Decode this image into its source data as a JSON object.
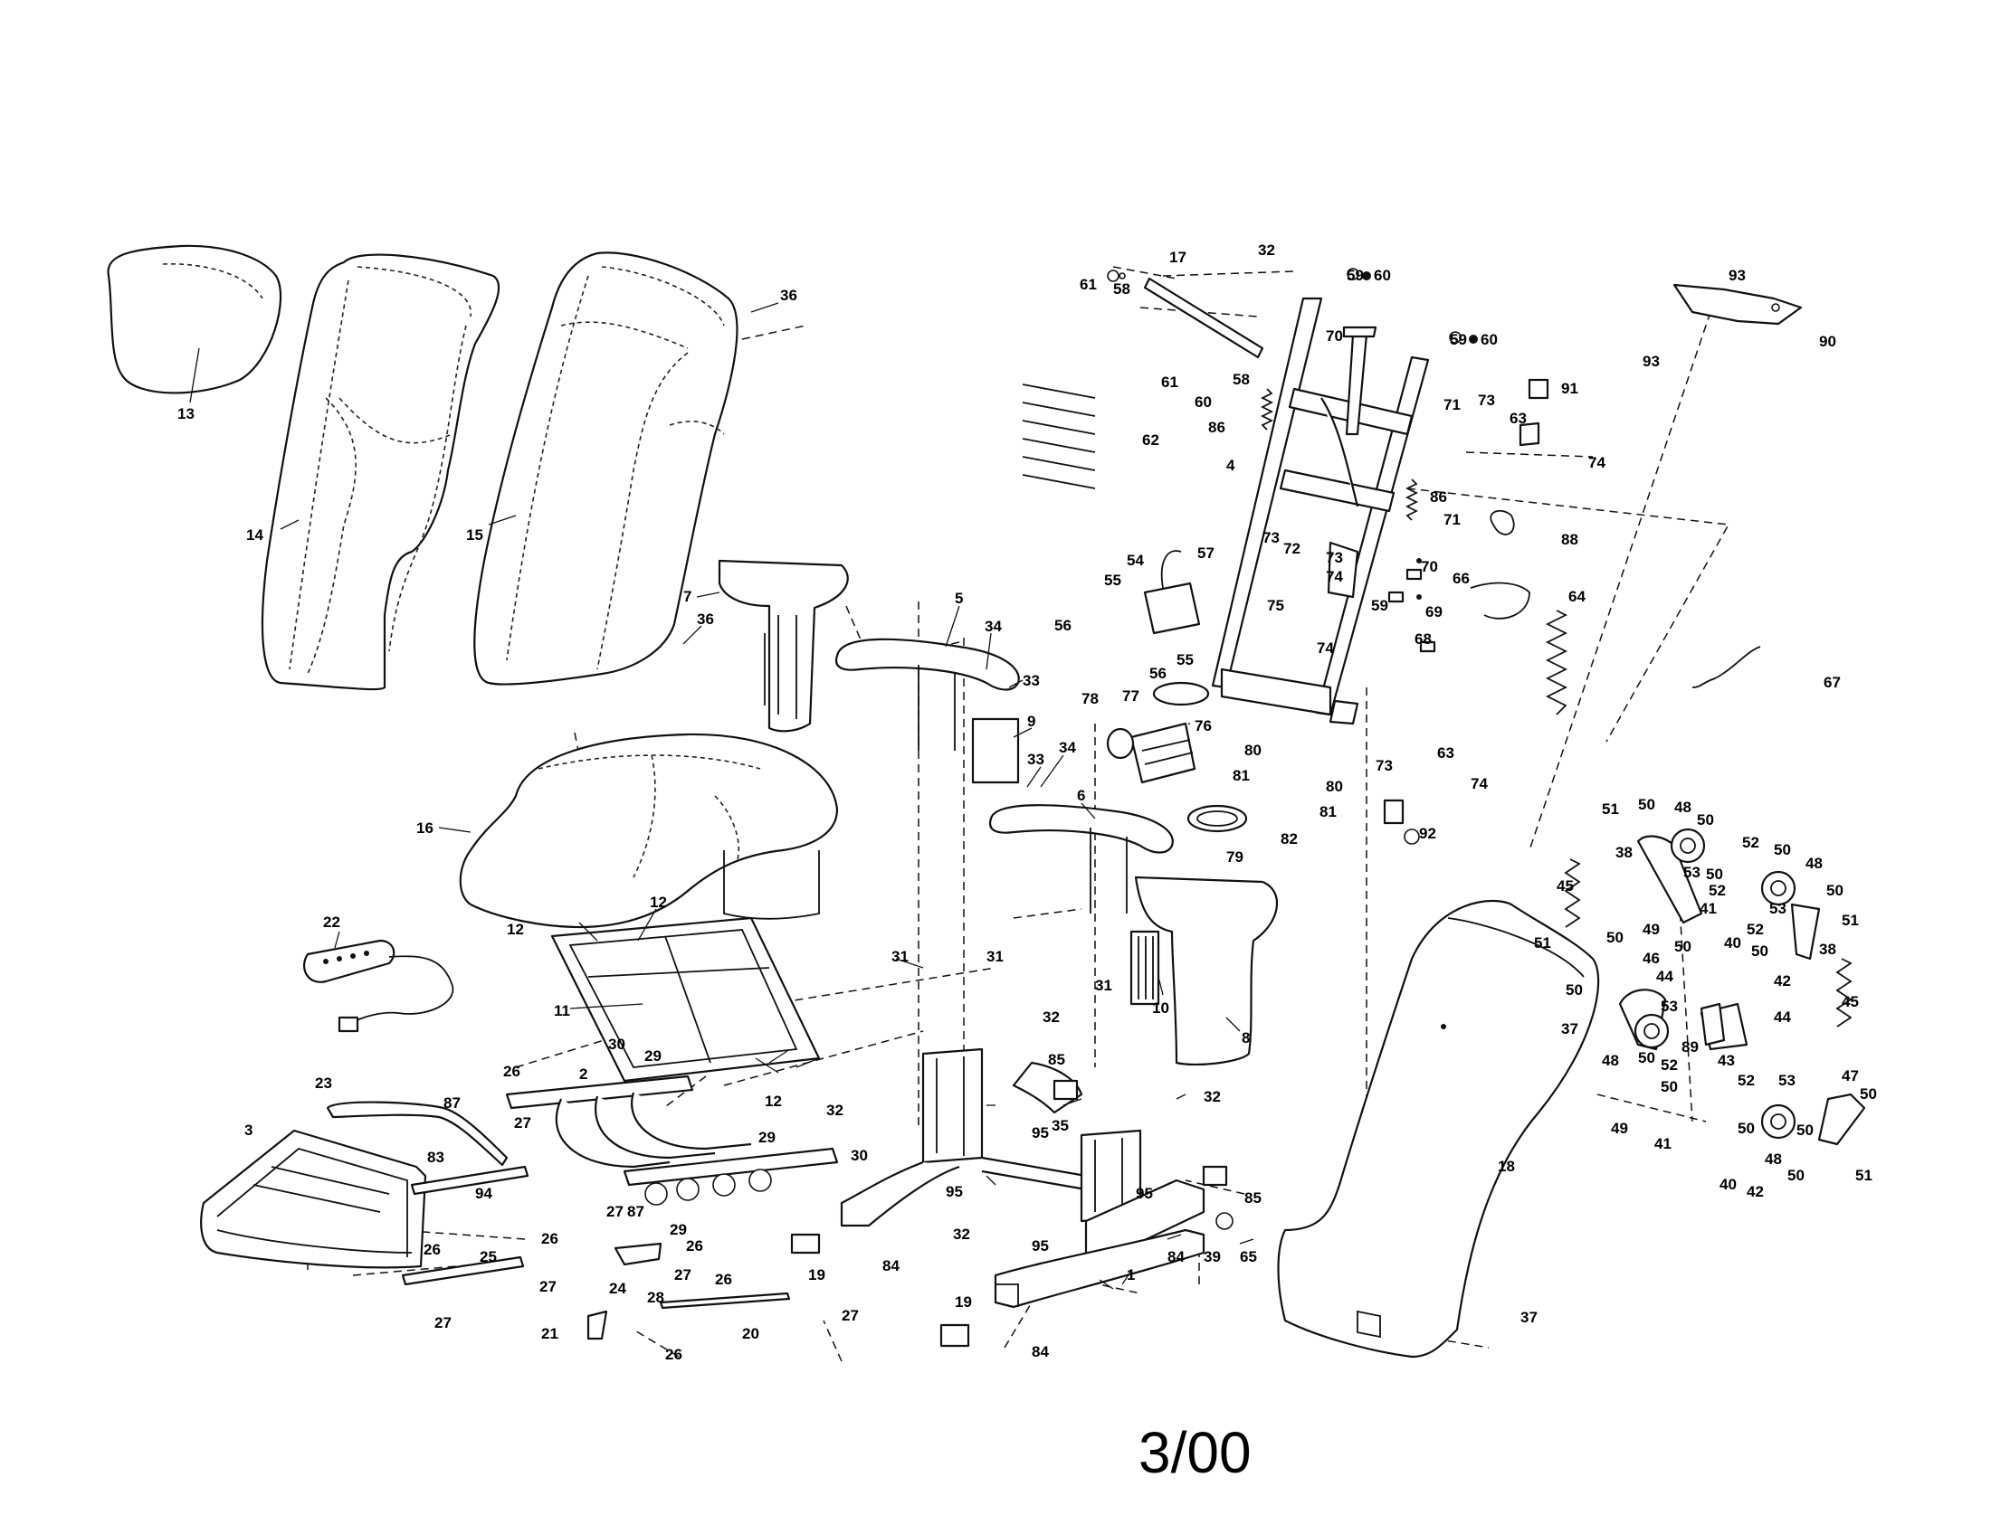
{
  "drawing": {
    "date_stamp": "3/00",
    "ink_color": "#111111",
    "paper_color": "#ffffff"
  },
  "callouts": [
    {
      "id": "c13",
      "label": "13"
    },
    {
      "id": "c14",
      "label": "14"
    },
    {
      "id": "c15",
      "label": "15"
    },
    {
      "id": "c36a",
      "label": "36"
    },
    {
      "id": "c36b",
      "label": "36"
    },
    {
      "id": "c16",
      "label": "16"
    },
    {
      "id": "c7",
      "label": "7"
    },
    {
      "id": "c5",
      "label": "5"
    },
    {
      "id": "c34a",
      "label": "34"
    },
    {
      "id": "c33a",
      "label": "33"
    },
    {
      "id": "c9",
      "label": "9"
    },
    {
      "id": "c33b",
      "label": "33"
    },
    {
      "id": "c34b",
      "label": "34"
    },
    {
      "id": "c6",
      "label": "6"
    },
    {
      "id": "c12a",
      "label": "12"
    },
    {
      "id": "c12b",
      "label": "12"
    },
    {
      "id": "c12c",
      "label": "12"
    },
    {
      "id": "c11",
      "label": "11"
    },
    {
      "id": "c22",
      "label": "22"
    },
    {
      "id": "c31a",
      "label": "31"
    },
    {
      "id": "c31b",
      "label": "31"
    },
    {
      "id": "c31c",
      "label": "31"
    },
    {
      "id": "c10",
      "label": "10"
    },
    {
      "id": "c8",
      "label": "8"
    },
    {
      "id": "c32a",
      "label": "32"
    },
    {
      "id": "c32b",
      "label": "32"
    },
    {
      "id": "c32c",
      "label": "32"
    },
    {
      "id": "c32d",
      "label": "32"
    },
    {
      "id": "c85a",
      "label": "85"
    },
    {
      "id": "c85b",
      "label": "85"
    },
    {
      "id": "c30a",
      "label": "30"
    },
    {
      "id": "c29a",
      "label": "29"
    },
    {
      "id": "c2",
      "label": "2"
    },
    {
      "id": "c26a",
      "label": "26"
    },
    {
      "id": "c87a",
      "label": "87"
    },
    {
      "id": "c27a",
      "label": "27"
    },
    {
      "id": "c23",
      "label": "23"
    },
    {
      "id": "c3",
      "label": "3"
    },
    {
      "id": "c83",
      "label": "83"
    },
    {
      "id": "c94",
      "label": "94"
    },
    {
      "id": "c29b",
      "label": "29"
    },
    {
      "id": "c30b",
      "label": "30"
    },
    {
      "id": "c27b",
      "label": "27"
    },
    {
      "id": "c87b",
      "label": "87"
    },
    {
      "id": "c29c",
      "label": "29"
    },
    {
      "id": "c26b",
      "label": "26"
    },
    {
      "id": "c26c",
      "label": "26"
    },
    {
      "id": "c26d",
      "label": "26"
    },
    {
      "id": "c25",
      "label": "25"
    },
    {
      "id": "c24",
      "label": "24"
    },
    {
      "id": "c27c",
      "label": "27"
    },
    {
      "id": "c27d",
      "label": "27"
    },
    {
      "id": "c27e",
      "label": "27"
    },
    {
      "id": "c28",
      "label": "28"
    },
    {
      "id": "c26e",
      "label": "26"
    },
    {
      "id": "c21",
      "label": "21"
    },
    {
      "id": "c20",
      "label": "20"
    },
    {
      "id": "c27f",
      "label": "27"
    },
    {
      "id": "c26f",
      "label": "26"
    },
    {
      "id": "c19a",
      "label": "19"
    },
    {
      "id": "c84a",
      "label": "84"
    },
    {
      "id": "c19b",
      "label": "19"
    },
    {
      "id": "c84b",
      "label": "84"
    },
    {
      "id": "c95a",
      "label": "95"
    },
    {
      "id": "c95b",
      "label": "95"
    },
    {
      "id": "c35",
      "label": "35"
    },
    {
      "id": "c95c",
      "label": "95"
    },
    {
      "id": "c95d",
      "label": "95"
    },
    {
      "id": "c1",
      "label": "1"
    },
    {
      "id": "c84c",
      "label": "84"
    },
    {
      "id": "c39",
      "label": "39"
    },
    {
      "id": "c65",
      "label": "65"
    },
    {
      "id": "c17",
      "label": "17"
    },
    {
      "id": "c32e",
      "label": "32"
    },
    {
      "id": "c61a",
      "label": "61"
    },
    {
      "id": "c58a",
      "label": "58"
    },
    {
      "id": "c61b",
      "label": "61"
    },
    {
      "id": "c58b",
      "label": "58"
    },
    {
      "id": "c60a",
      "label": "60"
    },
    {
      "id": "c59a",
      "label": "59"
    },
    {
      "id": "c60b",
      "label": "60"
    },
    {
      "id": "c70a",
      "label": "70"
    },
    {
      "id": "c59b",
      "label": "59"
    },
    {
      "id": "c60c",
      "label": "60"
    },
    {
      "id": "c62",
      "label": "62"
    },
    {
      "id": "c86a",
      "label": "86"
    },
    {
      "id": "c4",
      "label": "4"
    },
    {
      "id": "c86b",
      "label": "86"
    },
    {
      "id": "c71a",
      "label": "71"
    },
    {
      "id": "c73a",
      "label": "73"
    },
    {
      "id": "c63a",
      "label": "63"
    },
    {
      "id": "c74a",
      "label": "74"
    },
    {
      "id": "c91",
      "label": "91"
    },
    {
      "id": "c93a",
      "label": "93"
    },
    {
      "id": "c93b",
      "label": "93"
    },
    {
      "id": "c90",
      "label": "90"
    },
    {
      "id": "c71b",
      "label": "71"
    },
    {
      "id": "c88",
      "label": "88"
    },
    {
      "id": "c73b",
      "label": "73"
    },
    {
      "id": "c72",
      "label": "72"
    },
    {
      "id": "c73c",
      "label": "73"
    },
    {
      "id": "c74b",
      "label": "74"
    },
    {
      "id": "c75",
      "label": "75"
    },
    {
      "id": "c59c",
      "label": "59"
    },
    {
      "id": "c70b",
      "label": "70"
    },
    {
      "id": "c66",
      "label": "66"
    },
    {
      "id": "c69",
      "label": "69"
    },
    {
      "id": "c68",
      "label": "68"
    },
    {
      "id": "c64",
      "label": "64"
    },
    {
      "id": "c67",
      "label": "67"
    },
    {
      "id": "c74c",
      "label": "74"
    },
    {
      "id": "c54",
      "label": "54"
    },
    {
      "id": "c57",
      "label": "57"
    },
    {
      "id": "c55a",
      "label": "55"
    },
    {
      "id": "c56a",
      "label": "56"
    },
    {
      "id": "c55b",
      "label": "55"
    },
    {
      "id": "c56b",
      "label": "56"
    },
    {
      "id": "c77",
      "label": "77"
    },
    {
      "id": "c76",
      "label": "76"
    },
    {
      "id": "c78",
      "label": "78"
    },
    {
      "id": "c79",
      "label": "79"
    },
    {
      "id": "c80a",
      "label": "80"
    },
    {
      "id": "c80b",
      "label": "80"
    },
    {
      "id": "c81a",
      "label": "81"
    },
    {
      "id": "c81b",
      "label": "81"
    },
    {
      "id": "c82",
      "label": "82"
    },
    {
      "id": "c73d",
      "label": "73"
    },
    {
      "id": "c63b",
      "label": "63"
    },
    {
      "id": "c74d",
      "label": "74"
    },
    {
      "id": "c92",
      "label": "92"
    },
    {
      "id": "c18",
      "label": "18"
    },
    {
      "id": "c37a",
      "label": "37"
    },
    {
      "id": "c37b",
      "label": "37"
    },
    {
      "id": "c51a",
      "label": "51"
    },
    {
      "id": "c50a",
      "label": "50"
    },
    {
      "id": "c48a",
      "label": "48"
    },
    {
      "id": "c50b",
      "label": "50"
    },
    {
      "id": "c38a",
      "label": "38"
    },
    {
      "id": "c53a",
      "label": "53"
    },
    {
      "id": "c50c",
      "label": "50"
    },
    {
      "id": "c52a",
      "label": "52"
    },
    {
      "id": "c52b",
      "label": "52"
    },
    {
      "id": "c50d",
      "label": "50"
    },
    {
      "id": "c48b",
      "label": "48"
    },
    {
      "id": "c45a",
      "label": "45"
    },
    {
      "id": "c49a",
      "label": "49"
    },
    {
      "id": "c41a",
      "label": "41"
    },
    {
      "id": "c50e",
      "label": "50"
    },
    {
      "id": "c53b",
      "label": "53"
    },
    {
      "id": "c50f",
      "label": "50"
    },
    {
      "id": "c51b",
      "label": "51"
    },
    {
      "id": "c52c",
      "label": "52"
    },
    {
      "id": "c40a",
      "label": "40"
    },
    {
      "id": "c50g",
      "label": "50"
    },
    {
      "id": "c38b",
      "label": "38"
    },
    {
      "id": "c51c",
      "label": "51"
    },
    {
      "id": "c50h",
      "label": "50"
    },
    {
      "id": "c46",
      "label": "46"
    },
    {
      "id": "c44a",
      "label": "44"
    },
    {
      "id": "c42a",
      "label": "42"
    },
    {
      "id": "c50i",
      "label": "50"
    },
    {
      "id": "c44b",
      "label": "44"
    },
    {
      "id": "c45b",
      "label": "45"
    },
    {
      "id": "c53c",
      "label": "53"
    },
    {
      "id": "c48c",
      "label": "48"
    },
    {
      "id": "c50j",
      "label": "50"
    },
    {
      "id": "c52d",
      "label": "52"
    },
    {
      "id": "c89",
      "label": "89"
    },
    {
      "id": "c43",
      "label": "43"
    },
    {
      "id": "c47",
      "label": "47"
    },
    {
      "id": "c52e",
      "label": "52"
    },
    {
      "id": "c53d",
      "label": "53"
    },
    {
      "id": "c50k",
      "label": "50"
    },
    {
      "id": "c50l",
      "label": "50"
    },
    {
      "id": "c49b",
      "label": "49"
    },
    {
      "id": "c41b",
      "label": "41"
    },
    {
      "id": "c50m",
      "label": "50"
    },
    {
      "id": "c48d",
      "label": "48"
    },
    {
      "id": "c40b",
      "label": "40"
    },
    {
      "id": "c42b",
      "label": "42"
    },
    {
      "id": "c50n",
      "label": "50"
    },
    {
      "id": "c51d",
      "label": "51"
    },
    {
      "id": "c50o",
      "label": "50"
    }
  ]
}
